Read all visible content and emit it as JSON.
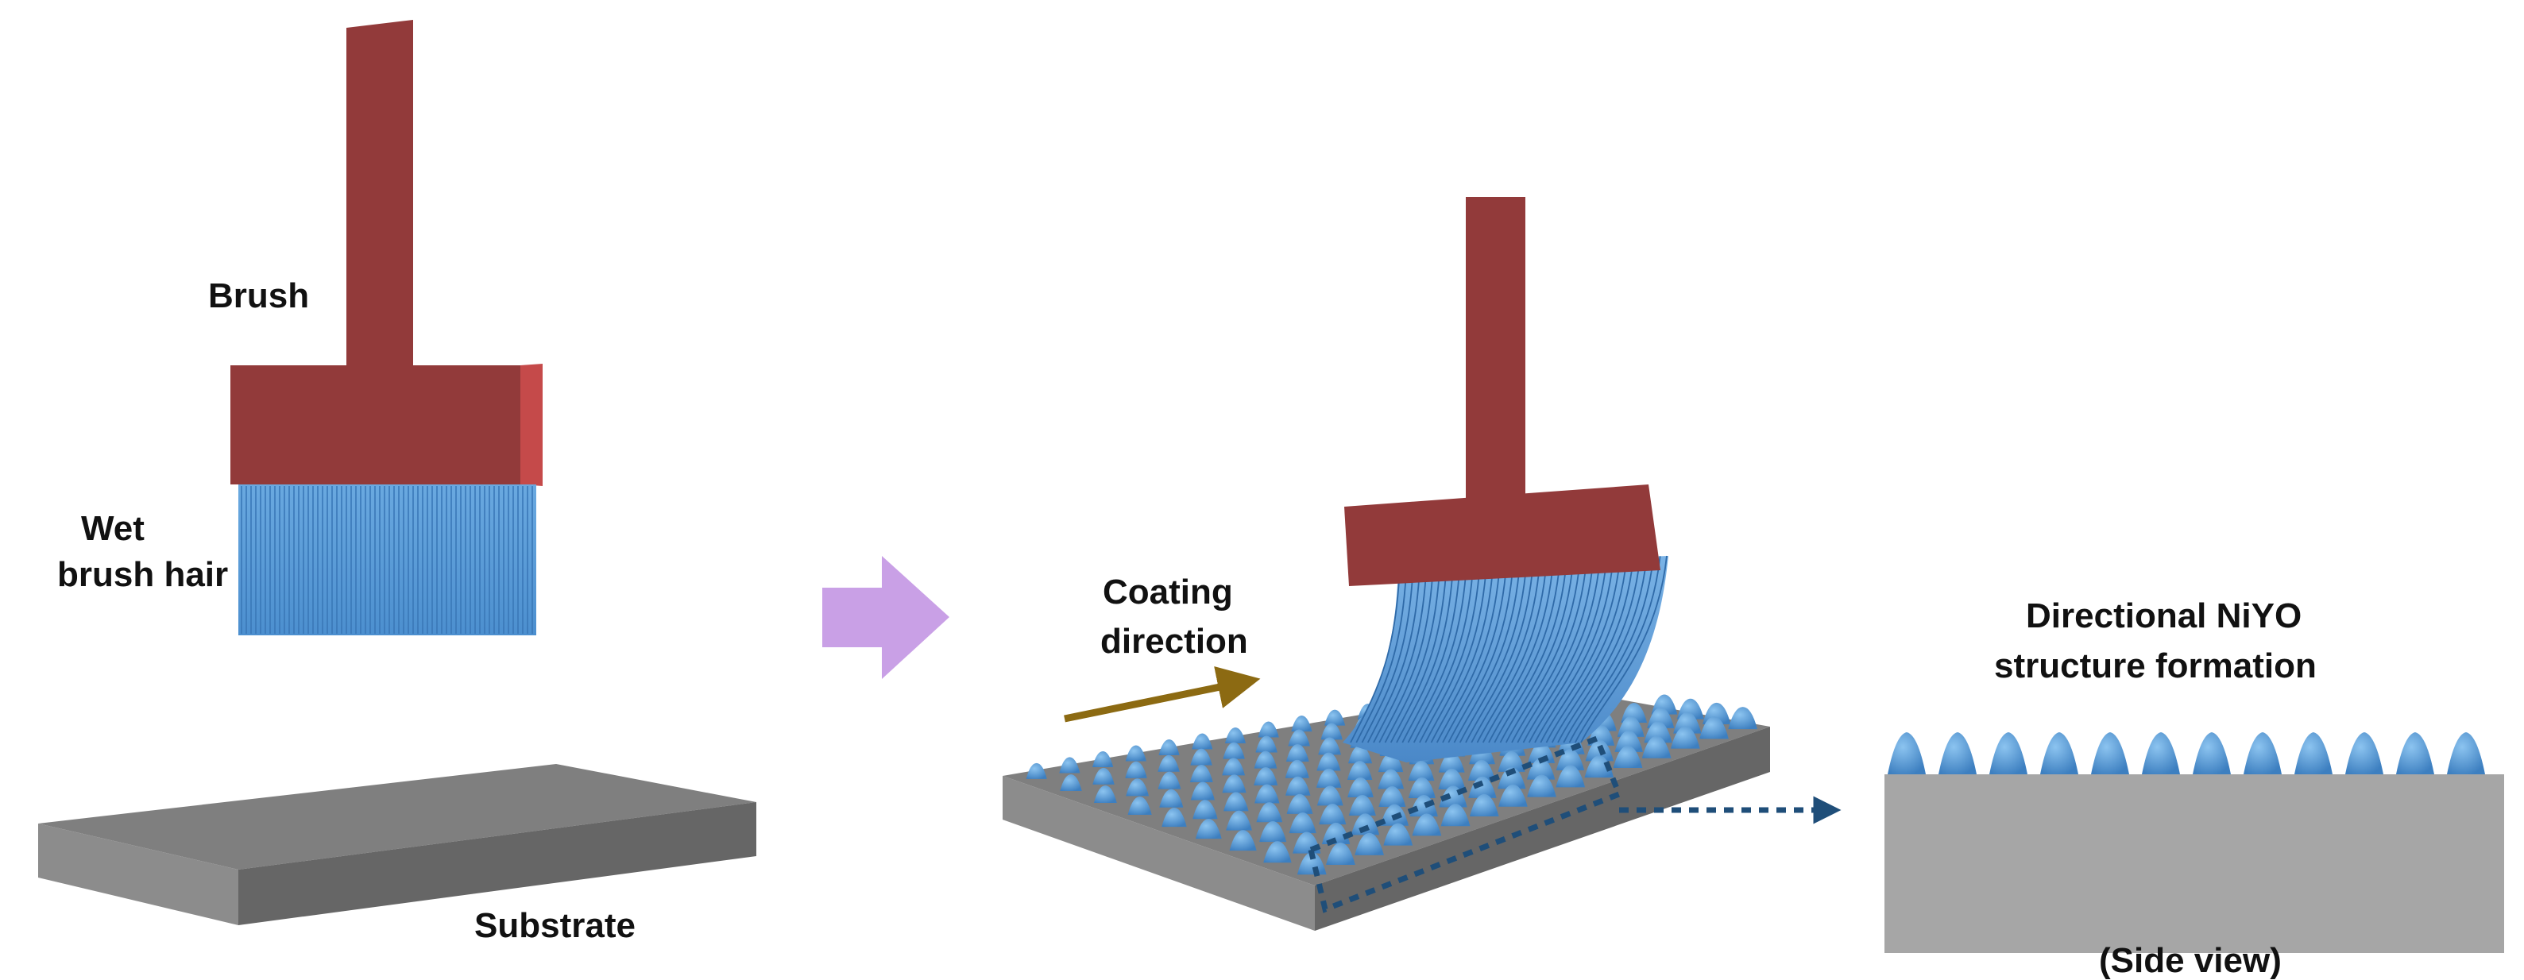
{
  "labels": {
    "brush": "Brush",
    "wet_line1": "Wet",
    "wet_line2": "brush hair",
    "substrate": "Substrate",
    "coating_line1": "Coating",
    "coating_line2": "direction",
    "formation_line1": "Directional NiYO",
    "formation_line2": "structure formation",
    "side_view": "(Side view)"
  },
  "colors": {
    "brush_red": "#923a3a",
    "brush_red_side": "#c54a4a",
    "hair_blue": "#5b9bd5",
    "hair_line": "#3a78b8",
    "substrate_top": "#7f7f7f",
    "substrate_front": "#8c8c8c",
    "substrate_side": "#666666",
    "process_arrow": "#c9a0e6",
    "coating_arrow": "#8c6a12",
    "dotted_blue": "#1f4e79"
  }
}
